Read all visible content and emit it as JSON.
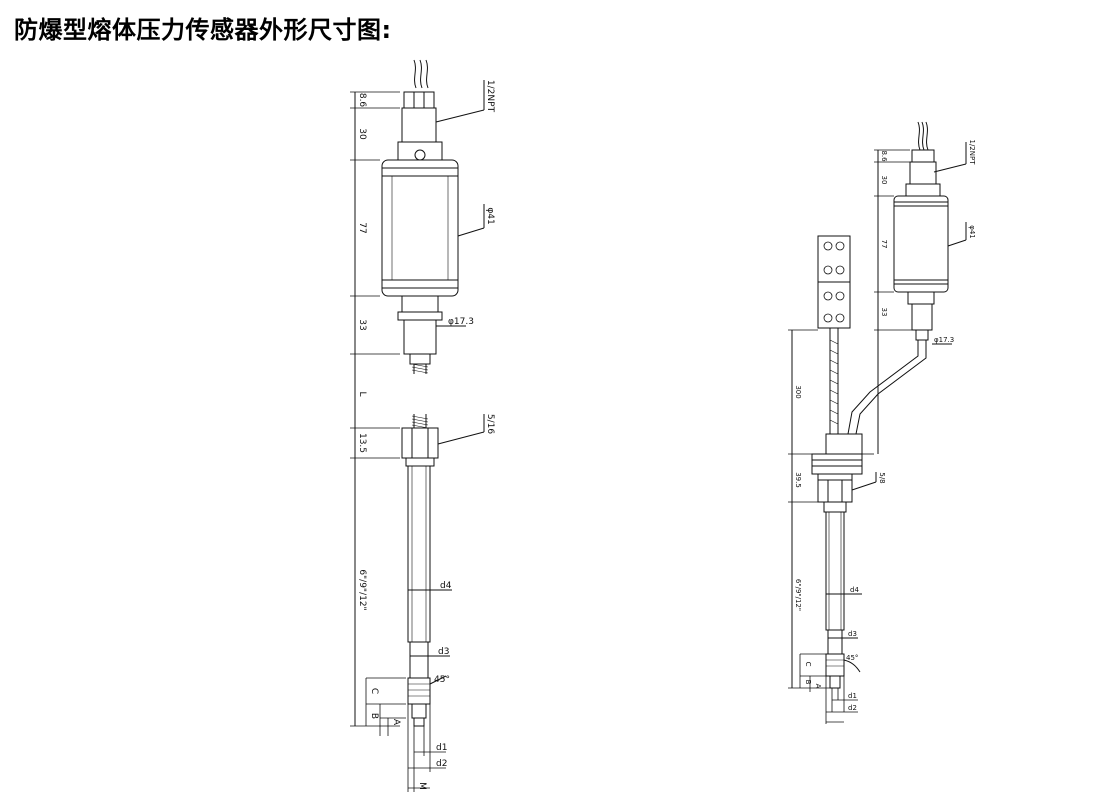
{
  "title": "防爆型熔体压力传感器外形尺寸图:",
  "left": {
    "dims_v": [
      "8.6",
      "30",
      "77",
      "33",
      "L",
      "13.5",
      "6\"/9\"/12\"",
      "C",
      "B",
      "A"
    ],
    "labels": [
      "1/2NPT",
      "φ41",
      "φ17.3",
      "5/16",
      "d4",
      "d3",
      "45°",
      "d1",
      "d2",
      "M"
    ]
  },
  "right": {
    "dims_v": [
      "8.6",
      "30",
      "77",
      "33",
      "300",
      "39.5",
      "6\"/9\"/12\"",
      "C",
      "B",
      "A"
    ],
    "labels": [
      "1/2NPT",
      "φ41",
      "φ17.3",
      "5/8",
      "d4",
      "d3",
      "45°",
      "d1",
      "d2"
    ]
  },
  "colors": {
    "line": "#111111",
    "background": "#ffffff"
  }
}
